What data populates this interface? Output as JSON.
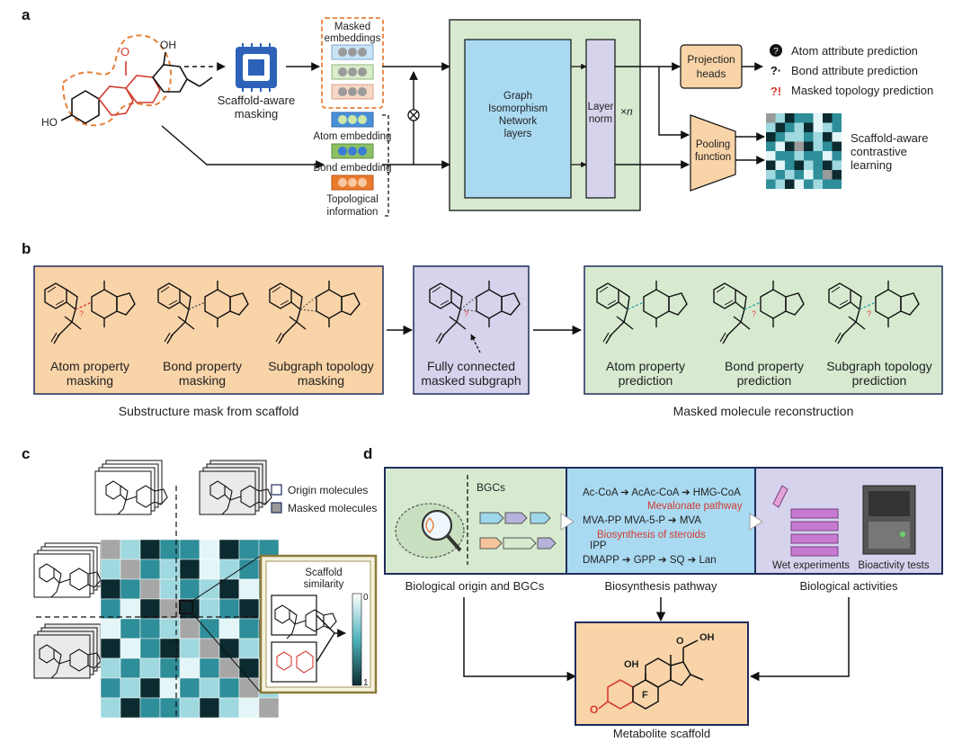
{
  "panel_letters": [
    "a",
    "b",
    "c",
    "d"
  ],
  "colors": {
    "orange_fill": "#f9d4a8",
    "green_fill": "#d7ead0",
    "purple_fill": "#d6d3ec",
    "blue_fill": "#a9daf2",
    "teal_dark": "#0d3b43",
    "teal_mid": "#3ba6b2",
    "teal_light": "#c5ebef",
    "mask_red": "#e2403a",
    "accent_orange": "#e8803a"
  },
  "panel_a": {
    "molecule_labels": {
      "ketone_O": "O",
      "oh_top": "OH",
      "oh_left": "HO"
    },
    "masking_label_1": "Scaffold-aware",
    "masking_label_2": "masking",
    "masked_embeddings_1": "Masked",
    "masked_embeddings_2": "embeddings",
    "atom_embedding": "Atom embedding",
    "bond_embedding": "Bond embedding",
    "topo_1": "Topological",
    "topo_2": "information",
    "gin_lines": [
      "Graph",
      "Isomorphism",
      "Network",
      "layers"
    ],
    "layer_norm_1": "Layer",
    "layer_norm_2": "norm",
    "times_n": "×n",
    "projection_1": "Projection",
    "projection_2": "heads",
    "pooling_1": "Pooling",
    "pooling_2": "function",
    "legend": [
      "Atom attribute prediction",
      "Bond attribute prediction",
      "Masked topology prediction"
    ],
    "contrastive_lines": [
      "Scaffold-aware",
      "contrastive",
      "learning"
    ]
  },
  "panel_b": {
    "mask_items": [
      {
        "line1": "Atom property",
        "line2": "masking"
      },
      {
        "line1": "Bond property",
        "line2": "masking"
      },
      {
        "line1": "Subgraph topology",
        "line2": "masking"
      }
    ],
    "fully_connected_1": "Fully connected",
    "fully_connected_2": "masked subgraph",
    "pred_items": [
      {
        "line1": "Atom property",
        "line2": "prediction"
      },
      {
        "line1": "Bond property",
        "line2": "prediction"
      },
      {
        "line1": "Subgraph topology",
        "line2": "prediction"
      }
    ],
    "caption_left": "Substructure mask from scaffold",
    "caption_right": "Masked molecule reconstruction"
  },
  "panel_c": {
    "legend_origin": "Origin molecules",
    "legend_masked": "Masked molecules",
    "scaffold_1": "Scaffold",
    "scaffold_2": "similarity",
    "scale_top": "0",
    "scale_bottom": "1",
    "heatmap_levels": [
      [
        1,
        2,
        0,
        1,
        1,
        3,
        0,
        1,
        1
      ],
      [
        2,
        0,
        1,
        2,
        0,
        3,
        2,
        1,
        0
      ],
      [
        0,
        1,
        2,
        2,
        1,
        2,
        0,
        3,
        1
      ],
      [
        1,
        3,
        0,
        1,
        0,
        2,
        1,
        0,
        2
      ],
      [
        3,
        1,
        1,
        2,
        1,
        1,
        3,
        1,
        0
      ],
      [
        0,
        3,
        1,
        0,
        2,
        1,
        0,
        2,
        1
      ],
      [
        2,
        1,
        2,
        1,
        3,
        1,
        1,
        0,
        3
      ],
      [
        1,
        2,
        0,
        3,
        1,
        2,
        1,
        1,
        2
      ],
      [
        2,
        0,
        1,
        1,
        2,
        0,
        2,
        3,
        1
      ]
    ]
  },
  "panel_d": {
    "bgcs": "BGCs",
    "pathway_lines": [
      "Ac-CoA ➔ AcAc-CoA ➔ HMG-CoA",
      "MVA-PP      MVA-5-P ➔ MVA",
      "IPP",
      "DMAPP ➔ GPP ➔ SQ ➔ Lan"
    ],
    "mevalonate": "Mevalonate pathway",
    "steroids": "Biosynthesis of steroids",
    "wet": "Wet experiments",
    "bioactivity": "Bioactivity tests",
    "caption_origin": "Biological origin and BGCs",
    "caption_pathway": "Biosynthesis pathway",
    "caption_activities": "Biological activities",
    "caption_scaffold": "Metabolite scaffold",
    "steroid_labels": {
      "O1": "O",
      "OH1": "OH",
      "OH2": "OH",
      "F": "F",
      "O2": "O"
    }
  }
}
